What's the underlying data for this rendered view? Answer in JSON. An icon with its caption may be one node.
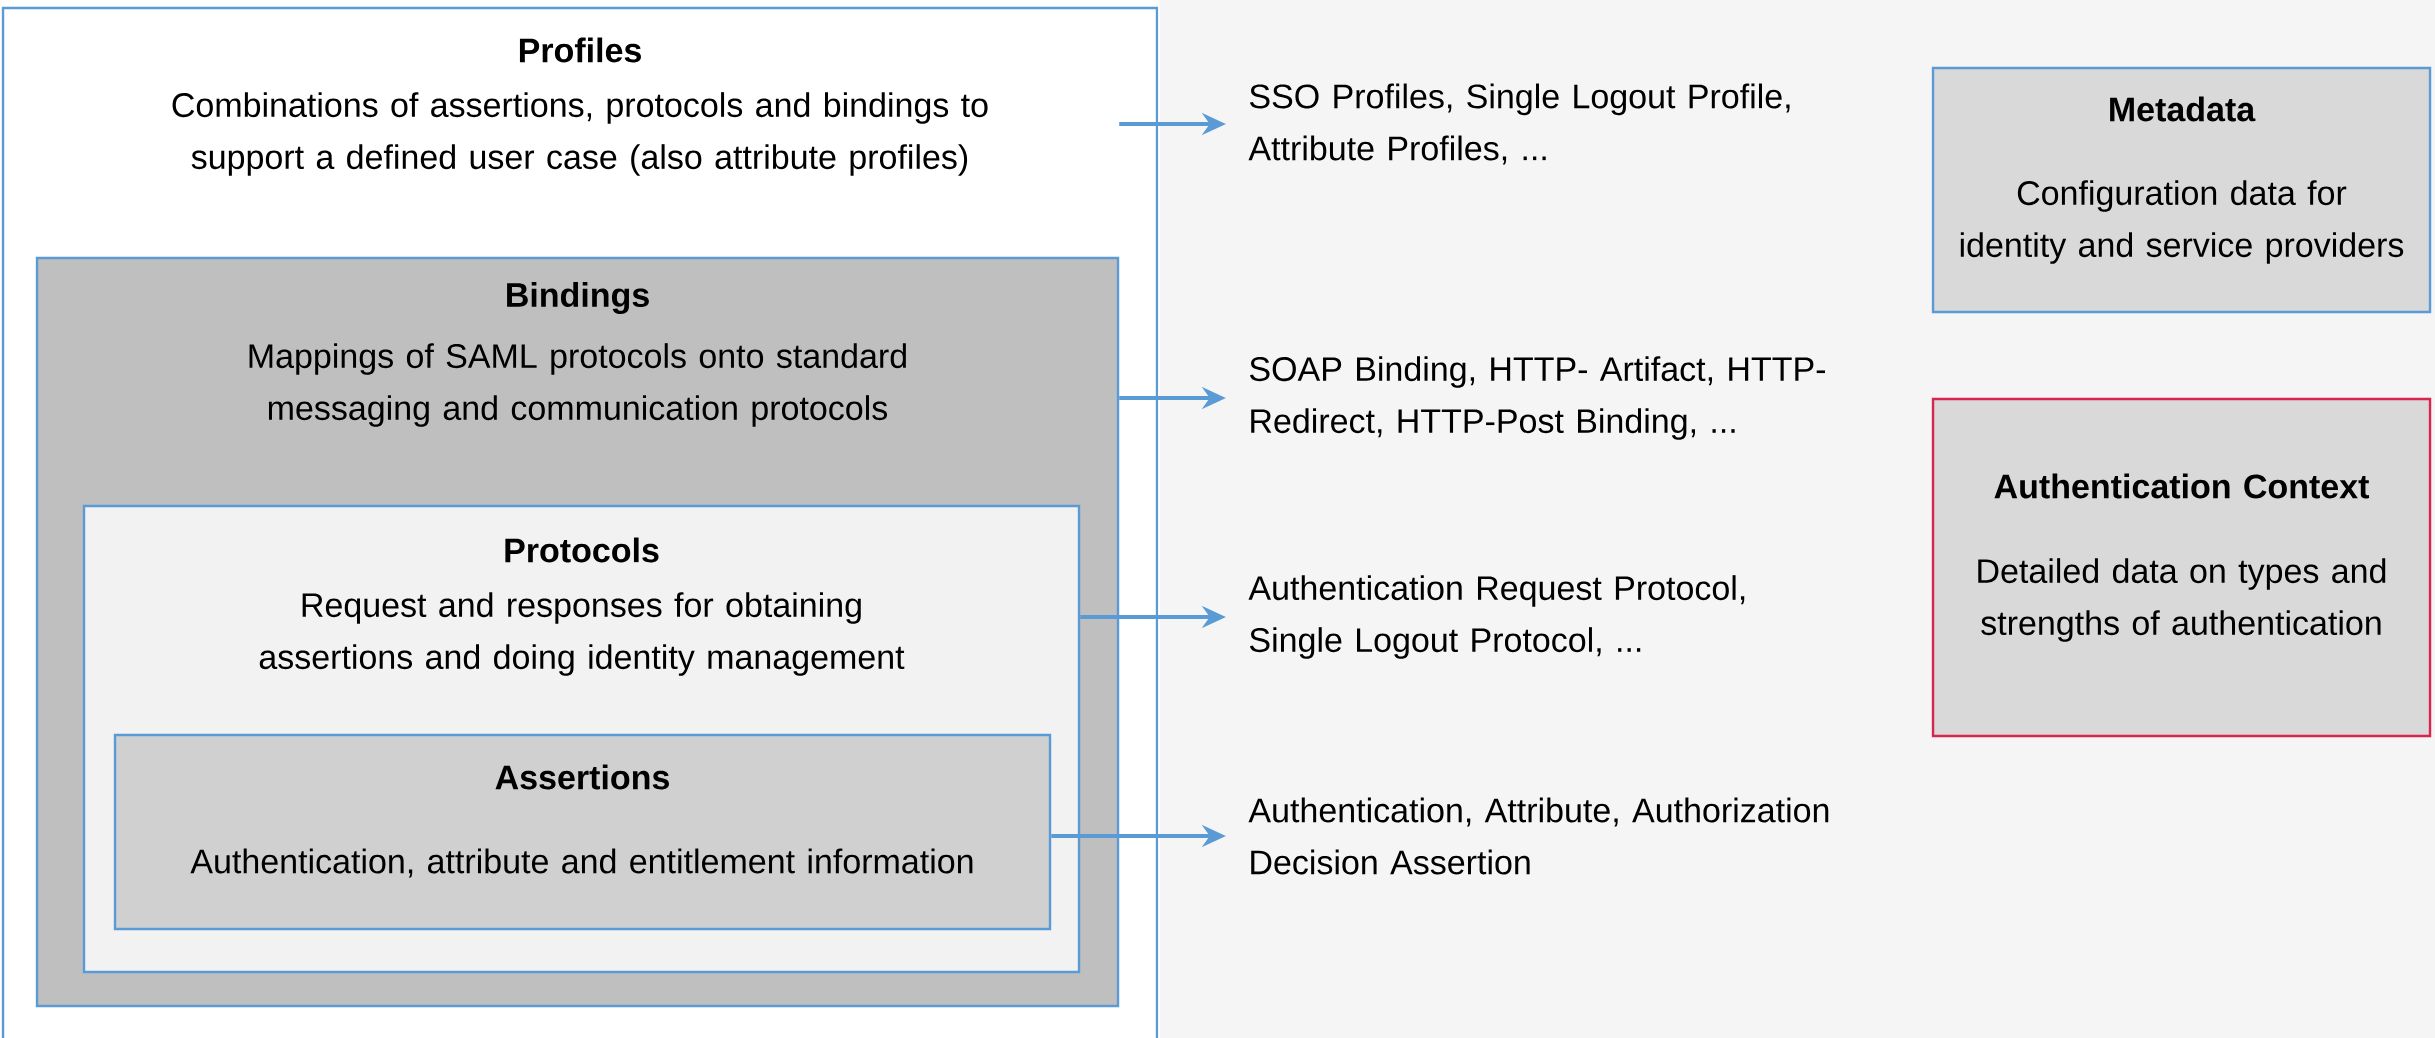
{
  "diagram": {
    "nodes": [
      {
        "text": [
          "Profiles",
          "Combinations of assertions, protocols and bindings to support a defined user case (also attribute profiles)"
        ]
      },
      {
        "text": [
          "Bindings",
          "Mappings of SAML protocols onto standard messaging and communication protocols"
        ],
        "in": 0
      },
      {
        "text": [
          "Protocols",
          "Request and responses for obtaining assertions and doing identity management"
        ],
        "in": 1
      },
      {
        "text": [
          "Assertions",
          "Authentication, attribute and entitlement information"
        ],
        "in": 2
      },
      {
        "text": [
          "SSO Profiles, Single Logout Profile, Attribute Profiles, ..."
        ]
      },
      {
        "text": [
          "SOAP Binding, HTTP- Artifact, HTTP-Redirect, HTTP-Post Binding, ..."
        ]
      },
      {
        "text": [
          "Authentication Request Protocol, Single Logout Protocol, ..."
        ]
      },
      {
        "text": [
          "Authentication, Attribute, Authorization Decision Assertion"
        ]
      },
      {
        "text": [
          "Metadata",
          "Configuration data for identity and service providers"
        ]
      },
      {
        "text": [
          "Authentication Context",
          "Detailed data on types and strengths of authentication"
        ]
      }
    ],
    "edges": [
      {
        "from": 0,
        "to": 4,
        "arrow": "to"
      },
      {
        "from": 1,
        "to": 5,
        "arrow": "to"
      },
      {
        "from": 2,
        "to": 6,
        "arrow": "to"
      },
      {
        "from": 3,
        "to": 7,
        "arrow": "to"
      }
    ]
  }
}
